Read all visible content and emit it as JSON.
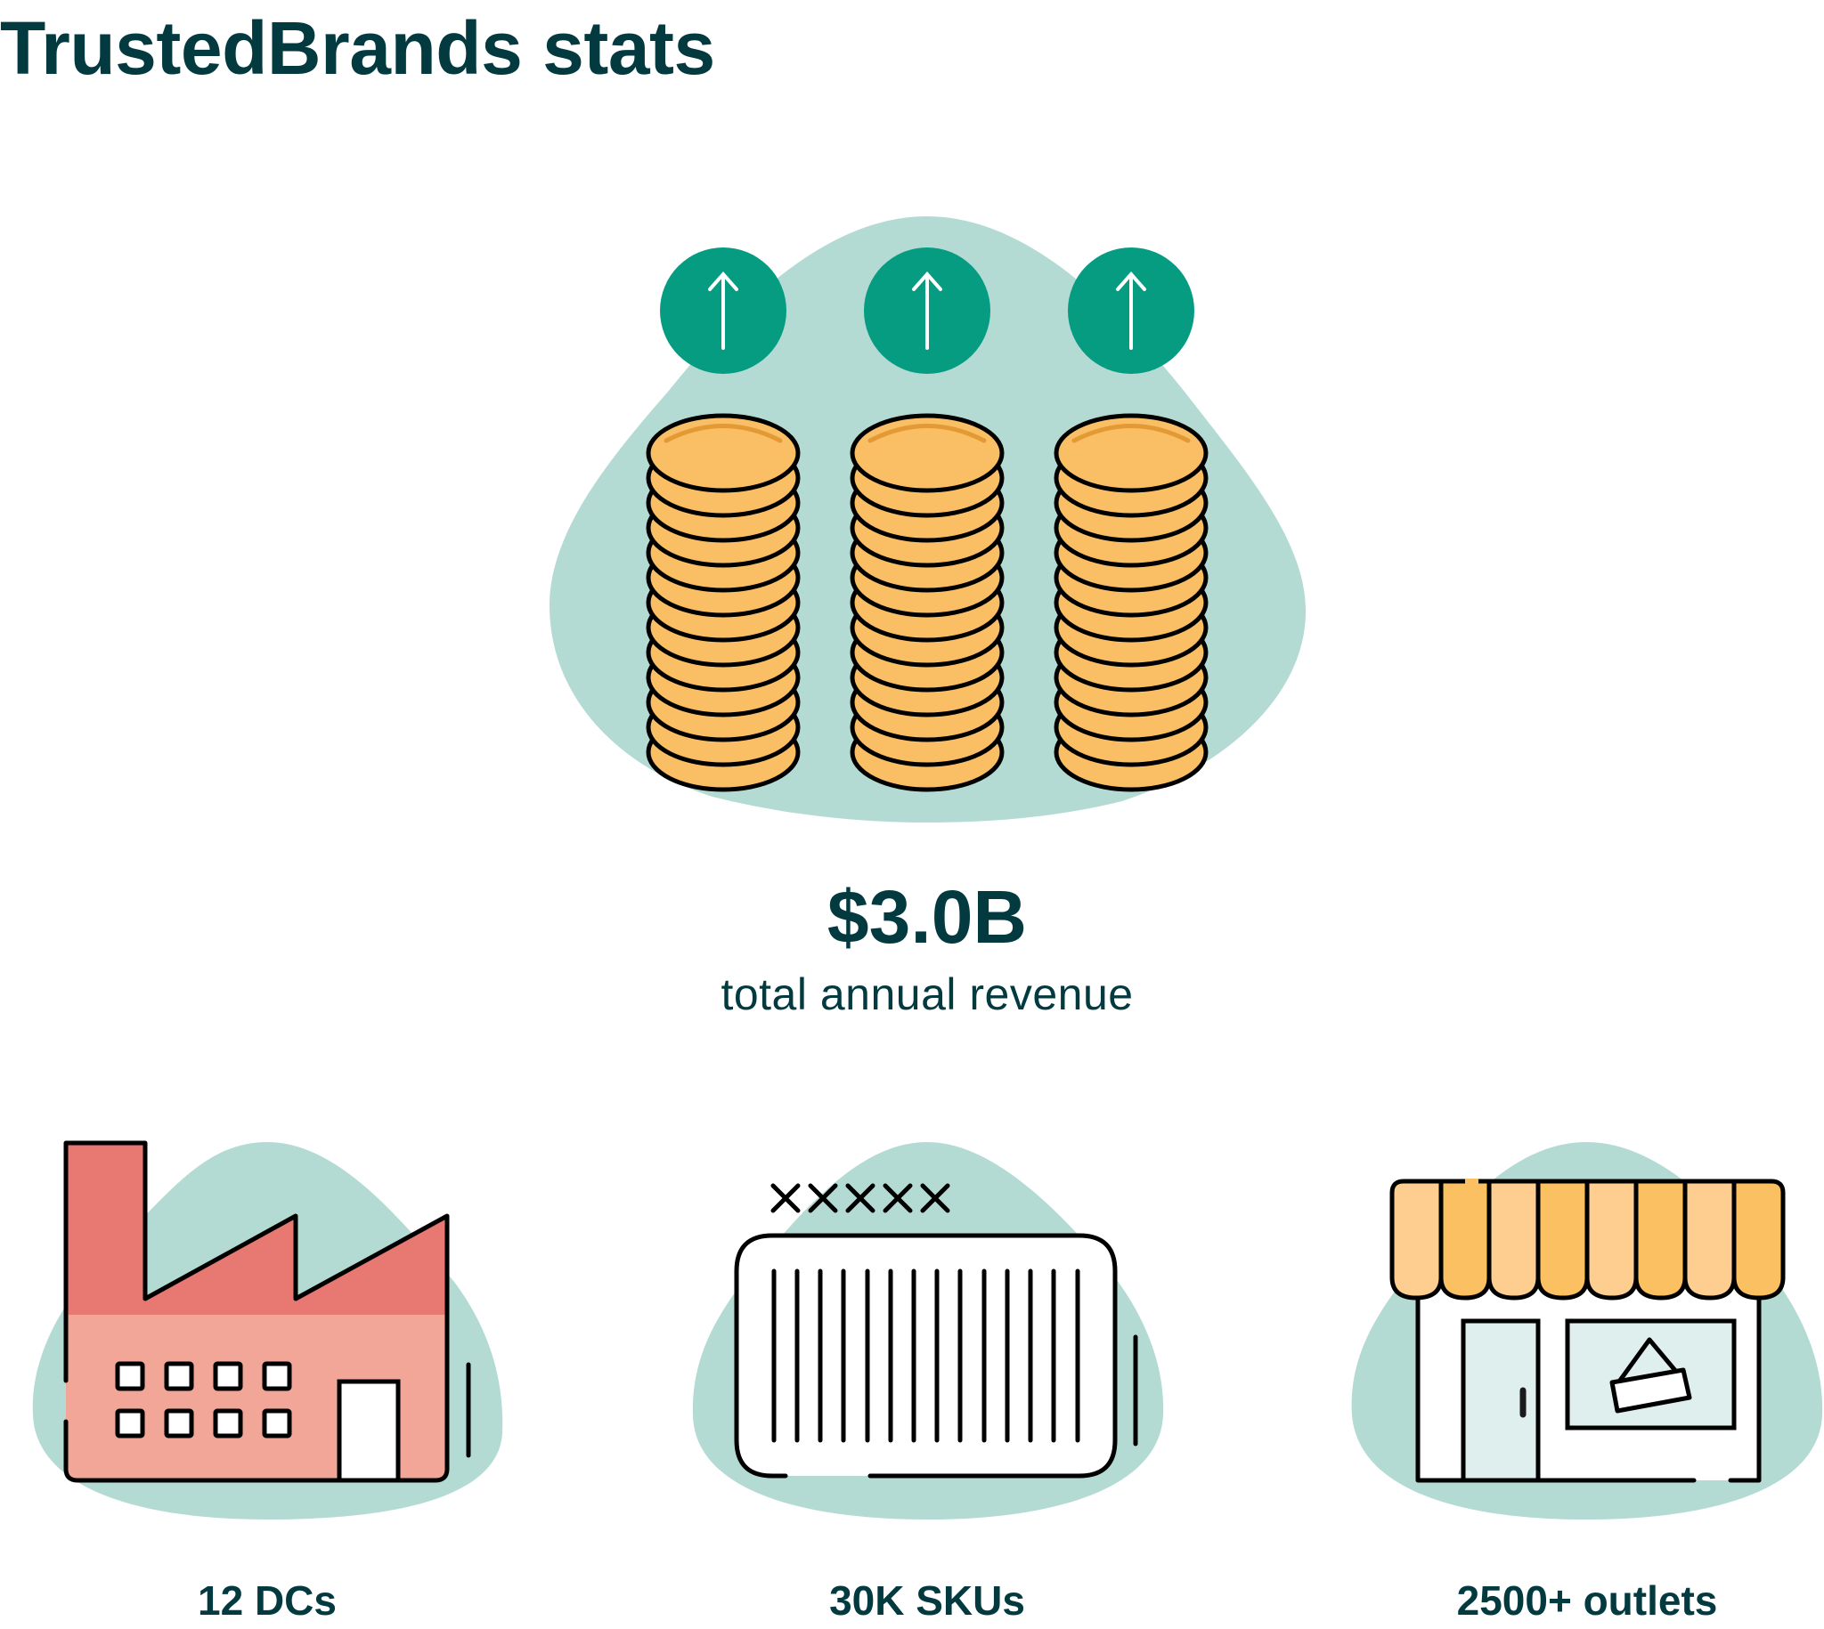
{
  "page": {
    "title": "TrustedBrands stats"
  },
  "colors": {
    "text": "#033A40",
    "blob": "#B4DBD3",
    "accent_green": "#059C82",
    "coin_fill": "#FABE64",
    "coin_highlight": "#E39A35",
    "factory_roof": "#E87872",
    "factory_wall": "#F1A697",
    "awning_light": "#FDCE8F",
    "awning_dark": "#FAC062",
    "glass": "#DFEFEE",
    "outline": "#000000"
  },
  "revenue": {
    "value": "$3.0B",
    "caption": "total annual revenue",
    "icon": "coin-stacks-up-arrows-icon",
    "arrow_icon_count": 3,
    "coin_stack_count": 3,
    "coins_per_stack": 13
  },
  "stats": [
    {
      "label": "12 DCs",
      "icon": "factory-icon"
    },
    {
      "label": "30K SKUs",
      "icon": "barcode-icon",
      "barcode_marks": "XXXXX",
      "bar_count": 14
    },
    {
      "label": "2500+ outlets",
      "icon": "storefront-icon",
      "awning_stripes": 8
    }
  ]
}
